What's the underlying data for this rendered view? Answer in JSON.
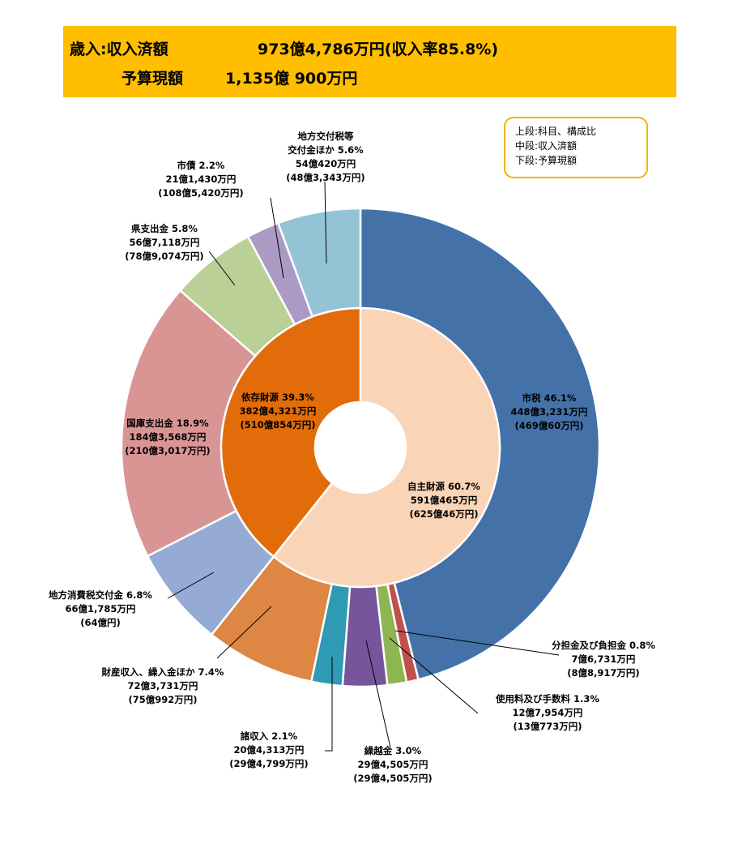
{
  "header": {
    "line1_label": "歳入:収入済額",
    "line1_amount": "973億4,786万円(収入率85.8%)",
    "line2_label": "予算現額",
    "line2_amount": "1,135億 900万円"
  },
  "legend": {
    "line1": "上段:科目、構成比",
    "line2": "中段:収入済額",
    "line3": "下段:予算現額"
  },
  "chart_data": {
    "type": "pie",
    "subtype": "donut",
    "inner": [
      {
        "name": "自主財源",
        "percent": 60.7,
        "color": "#fad4b6",
        "line1": "自主財源 60.7%",
        "line2": "591億465万円",
        "line3": "(625億46万円)"
      },
      {
        "name": "依存財源",
        "percent": 39.3,
        "color": "#e36c0a",
        "line1": "依存財源 39.3%",
        "line2": "382億4,321万円",
        "line3": "(510億854万円)"
      }
    ],
    "outer": [
      {
        "name": "市税",
        "percent": 46.1,
        "color": "#4472a8",
        "line1": "市税 46.1%",
        "line2": "448億3,231万円",
        "line3": "(469億60万円)"
      },
      {
        "name": "分担金及び負担金",
        "percent": 0.8,
        "color": "#c0504d",
        "line1": "分担金及び負担金 0.8%",
        "line2": "7億6,731万円",
        "line3": "(8億8,917万円)"
      },
      {
        "name": "使用料及び手数料",
        "percent": 1.3,
        "color": "#8db653",
        "line1": "使用料及び手数料 1.3%",
        "line2": "12億7,954万円",
        "line3": "(13億773万円)"
      },
      {
        "name": "繰越金",
        "percent": 3.0,
        "color": "#76559b",
        "line1": "繰越金 3.0%",
        "line2": "29億4,505万円",
        "line3": "(29億4,505万円)"
      },
      {
        "name": "諸収入",
        "percent": 2.1,
        "color": "#2e9ab4",
        "line1": "諸収入 2.1%",
        "line2": "20億4,313万円",
        "line3": "(29億4,799万円)"
      },
      {
        "name": "財産収入、繰入金ほか",
        "percent": 7.4,
        "color": "#de8643",
        "line1": "財産収入、繰入金ほか 7.4%",
        "line2": "72億3,731万円",
        "line3": "(75億992万円)"
      },
      {
        "name": "地方消費税交付金",
        "percent": 6.8,
        "color": "#95abd4",
        "line1": "地方消費税交付金 6.8%",
        "line2": "66億1,785万円",
        "line3": "(64億円)"
      },
      {
        "name": "国庫支出金",
        "percent": 18.9,
        "color": "#d99594",
        "line1": "国庫支出金 18.9%",
        "line2": "184億3,568万円",
        "line3": "(210億3,017万円)"
      },
      {
        "name": "県支出金",
        "percent": 5.8,
        "color": "#bad096",
        "line1": "県支出金 5.8%",
        "line2": "56億7,118万円",
        "line3": "(78億9,074万円)"
      },
      {
        "name": "市債",
        "percent": 2.2,
        "color": "#ab9ac3",
        "line1": "市債 2.2%",
        "line2": "21億1,430万円",
        "line3": "(108億5,420万円)"
      },
      {
        "name": "地方交付税等交付金ほか",
        "percent": 5.6,
        "color": "#93c4d5",
        "line0": "地方交付税等",
        "line1": "交付金ほか 5.6%",
        "line2": "54億420万円",
        "line3": "(48億3,343万円)"
      }
    ]
  }
}
